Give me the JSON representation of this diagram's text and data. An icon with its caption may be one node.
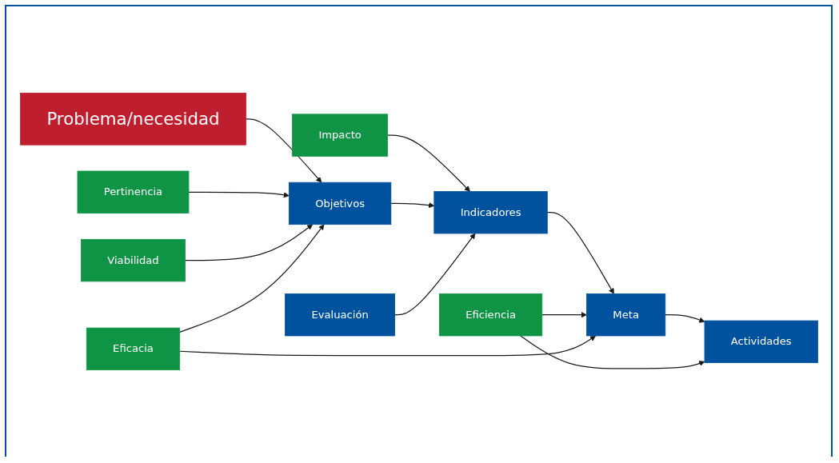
{
  "diagram": {
    "nodes": [
      {
        "text": [
          "Problema/necesidad"
        ]
      },
      {
        "text": [
          "Impacto"
        ]
      },
      {
        "text": [
          "Pertinencia"
        ]
      },
      {
        "text": [
          "Objetivos"
        ]
      },
      {
        "text": [
          "Indicadores"
        ]
      },
      {
        "text": [
          "Meta"
        ]
      },
      {
        "text": [
          "Actividades"
        ]
      },
      {
        "text": [
          "Viabilidad"
        ]
      },
      {
        "text": [
          "Eficiencia"
        ]
      },
      {
        "text": [
          "Eficacia"
        ]
      },
      {
        "text": [
          "Evaluación"
        ]
      }
    ],
    "edges": [
      {
        "from": 0,
        "to": 3,
        "arrow": "to"
      },
      {
        "from": 1,
        "to": 4,
        "arrow": "to"
      },
      {
        "from": 2,
        "to": 3,
        "arrow": "to"
      },
      {
        "from": 7,
        "to": 3,
        "arrow": "to"
      },
      {
        "from": 3,
        "to": 4,
        "arrow": "to"
      },
      {
        "from": 4,
        "to": 5,
        "arrow": "to"
      },
      {
        "from": 5,
        "to": 6,
        "arrow": "to"
      },
      {
        "from": 8,
        "to": 5,
        "arrow": "to"
      },
      {
        "from": 8,
        "to": 6,
        "arrow": "to"
      },
      {
        "from": 9,
        "to": 3,
        "arrow": "to"
      },
      {
        "from": 9,
        "to": 5,
        "arrow": "to"
      },
      {
        "from": 10,
        "to": 4,
        "arrow": "to"
      }
    ]
  }
}
